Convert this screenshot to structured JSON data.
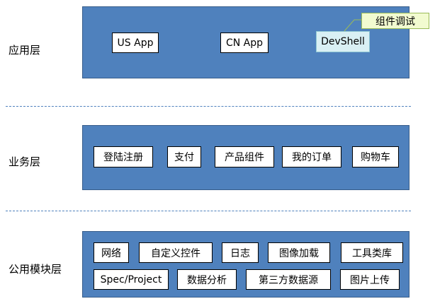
{
  "layers": {
    "app": {
      "label": "应用层",
      "modules": [
        "US App",
        "CN App"
      ],
      "devshell": "DevShell",
      "devshell_callout": "组件调试"
    },
    "business": {
      "label": "业务层",
      "modules": [
        "登陆注册",
        "支付",
        "产品组件",
        "我的订单",
        "购物车"
      ]
    },
    "common": {
      "label": "公用模块层",
      "modules": [
        "网络",
        "自定义控件",
        "日志",
        "图像加载",
        "工具类库",
        "Spec/Project",
        "数据分析",
        "第三方数据源",
        "图片上传"
      ]
    }
  },
  "colors": {
    "panel": "#4f81bd",
    "panel_border": "#385d8a",
    "devshell_fill": "#d9f0f4",
    "callout_fill": "#f2fbd0",
    "callout_border": "#9bbb59"
  }
}
